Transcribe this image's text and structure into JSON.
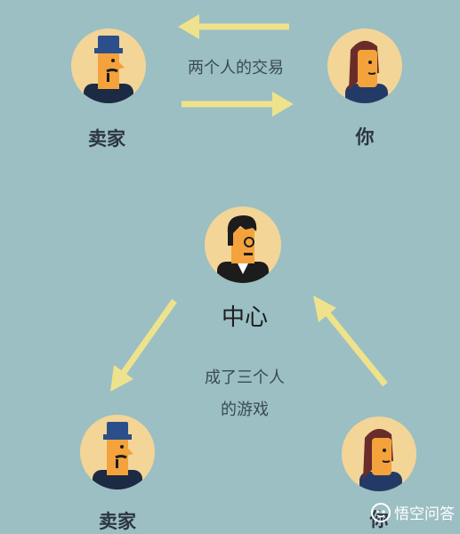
{
  "top": {
    "seller_label": "卖家",
    "you_label": "你",
    "trade_caption": "两个人的交易"
  },
  "bottom": {
    "center_label": "中心",
    "game_caption_line1": "成了三个人",
    "game_caption_line2": "的游戏",
    "seller_label": "卖家",
    "you_label": "你"
  },
  "watermark": {
    "text": "悟空问答",
    "icon": "wukong-logo-icon"
  },
  "colors": {
    "background": "#9bbfc3",
    "arrow": "#efe28c",
    "avatar_bg": "#f3d598",
    "skin": "#f4a23c",
    "navy": "#243a66"
  }
}
